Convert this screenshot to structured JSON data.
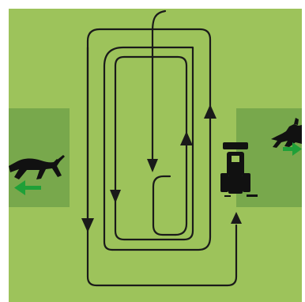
{
  "diagram": {
    "colors": {
      "field": "#9dc35b",
      "escape_zone": "#78a84c",
      "path": "#1a1a1a",
      "animal": "#111111",
      "exit_arrow": "#1fa038",
      "tractor": "#111111",
      "background": "#ffffff"
    },
    "elements": {
      "field": "field",
      "left_escape_zone": "escape-zone",
      "right_escape_zone": "escape-zone",
      "path": "mowing-path",
      "tractor": "tractor-icon",
      "left_animal": "deer-fawn-icon",
      "right_animal": "deer-fawn-icon",
      "left_exit_arrow": "arrow-left-icon",
      "right_exit_arrow": "arrow-right-icon"
    }
  }
}
